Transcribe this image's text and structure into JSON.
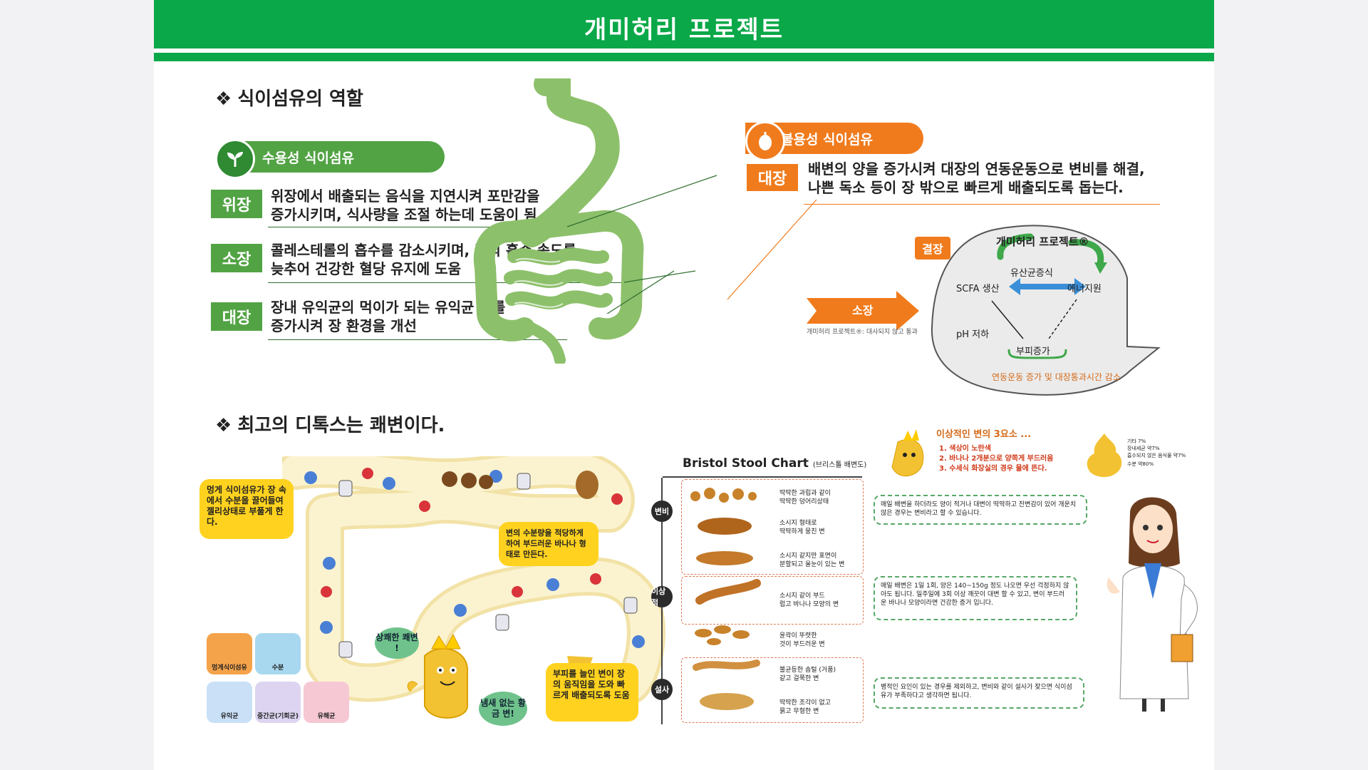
{
  "header": {
    "title": "개미허리 프로젝트"
  },
  "section1": {
    "title": "식이섬유의 역할",
    "soluble": {
      "label": "수용성 식이섬유",
      "rows": [
        {
          "tag": "위장",
          "text1": "위장에서 배출되는 음식을 지연시켜 포만감을",
          "text2": "증가시키며, 식사량을 조절 하는데 도움이 됨."
        },
        {
          "tag": "소장",
          "text1": "콜레스테롤의 흡수를 감소시키며, 당의 흡수 속도를",
          "text2": "늦추어 건강한 혈당 유지에 도움"
        },
        {
          "tag": "대장",
          "text1": "장내 유익균의 먹이가 되는 유익균 수를",
          "text2": "증가시켜 장 환경을 개선"
        }
      ]
    },
    "insoluble": {
      "label": "불용성 식이섬유",
      "tag": "대장",
      "text1": "배변의 양을 증가시켜 대장의 연동운동으로 변비를 해결,",
      "text2": "나쁜 독소 등이 장 밖으로 빠르게 배출되도록 돕는다."
    },
    "diagram": {
      "colon_tag": "결장",
      "project": "개미허리 프로젝트®",
      "probiotic": "유산균증식",
      "scfa": "SCFA 생산",
      "energy": "에너지원",
      "ph": "pH 저하",
      "volume": "부피증가",
      "result": "연동운동 증가 및 대장통과시간 감소",
      "small_intestine": "소장",
      "small_note": "개미허리 프로젝트®: 대사되지 않고 통과"
    }
  },
  "section2": {
    "title": "최고의 디톡스는 쾌변이다.",
    "bubble_left": "멍게 식이섬유가 장 속에서 수분을 끌어들여 젤리상태로 부풀게 한다.",
    "bubble_mid": "변의 수분량을 적당하게 하여 부드러운 바나나 형태로 만든다.",
    "bubble_bottom": "부피를 늘인 변이 장의 움직임을 도와 빠르게 배출되도록 도움",
    "green_bubble_1": "상쾌한 쾌변 !",
    "green_bubble_2": "냄새 없는 황금 변!",
    "legend": [
      "멍게식이섬유",
      "수분",
      "유익균",
      "중간균(기회균)",
      "유해균"
    ],
    "stool_chart": {
      "title": "Bristol Stool Chart",
      "subtitle": "(브리스톨 배변도)",
      "side_labels": [
        "변비",
        "이상적",
        "설사"
      ],
      "rows": [
        {
          "text1": "딱딱한 과립과 같이",
          "text2": "딱딱한 덩어리상태"
        },
        {
          "text1": "소시지 형태로",
          "text2": "딱딱하게 뭉친 변"
        },
        {
          "text1": "소시지 같지만 표면이",
          "text2": "분할되고 울눈이 있는 변"
        },
        {
          "text1": "소시지 같이 부드",
          "text2": "럽고 바나나 모양의 변"
        },
        {
          "text1": "윤곽이 뚜렷한",
          "text2": "것이 부드러운 변"
        },
        {
          "text1": "불균등한 솜털 (거품)",
          "text2": "같고 걸쭉한 변"
        },
        {
          "text1": "딱딱한 조각이 없고",
          "text2": "묽고 무형한 변"
        }
      ]
    },
    "ideal": {
      "title": "이상적인 변의 3요소 ...",
      "items": [
        "1. 색상이 노란색",
        "2. 바나나 2개분으로 양쪽게 부드러움",
        "3. 수세식 화장실의 경우 물에 뜬다."
      ],
      "composition": [
        "기타 7%",
        "장내세균 약7%",
        "흡수되지 않은 음식물 약7%",
        "수분 약80%"
      ]
    },
    "notes": [
      "매일 배변을 하더라도 양이 적거나 대변이 딱딱하고 잔변감이 있어 개운치 않은 경우는 변비라고 할 수 있습니다.",
      "매일 배변은 1일 1회, 양은 140~150g 정도 나오면 우선 걱정하지 않아도 됩니다. 일주일에 3회 이상 깨끗이 대변 할 수 있고, 변이 부드러운 바나나 모양이라면 건강한 증거 입니다.",
      "병적인 요인이 있는 경우를 제외하고, 변비와 같이 설사가 잦으면 식이섬유가 부족하다고 생각하면 됩니다."
    ]
  },
  "colors": {
    "green": "#0aa848",
    "leaf_green": "#52a344",
    "orange": "#f07b1c",
    "intestine": "#8dc06b"
  }
}
